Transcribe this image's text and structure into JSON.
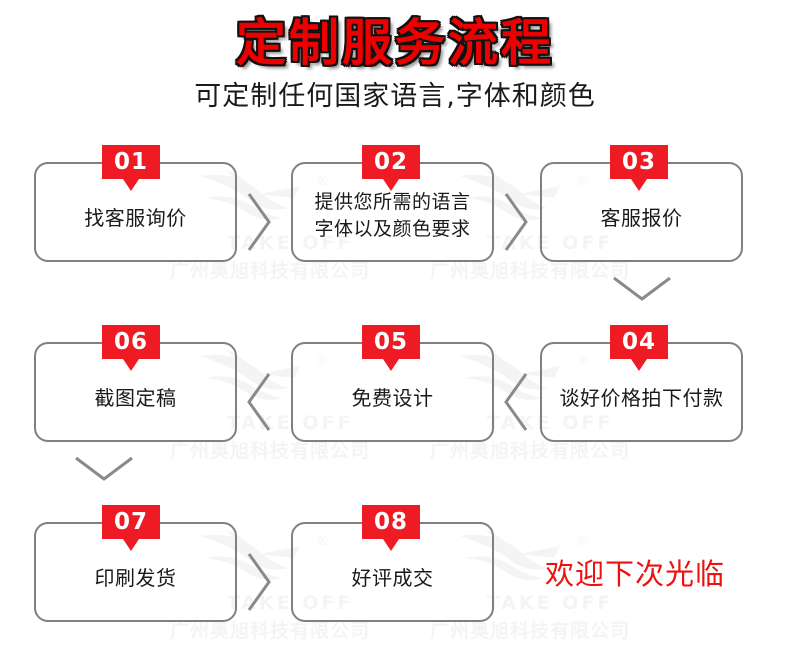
{
  "header": {
    "title": "定制服务流程",
    "subtitle": "可定制任何国家语言,字体和颜色",
    "title_color": "#ee0000",
    "subtitle_color": "#1a1a1a"
  },
  "theme": {
    "badge_color": "#ee1b24",
    "box_border_color": "#808080",
    "arrow_color": "#8a8a8a",
    "watermark_color": "#dcdcdc",
    "note_color": "#ee1111"
  },
  "steps": [
    {
      "number": "01",
      "label": "找客服询价",
      "lines": [
        "找客服询价"
      ]
    },
    {
      "number": "02",
      "label": "提供您所需的语言字体以及颜色要求",
      "lines": [
        "提供您所需的语言",
        "字体以及颜色要求"
      ]
    },
    {
      "number": "03",
      "label": "客服报价",
      "lines": [
        "客服报价"
      ]
    },
    {
      "number": "04",
      "label": "谈好价格拍下付款",
      "lines": [
        "谈好价格拍下付款"
      ]
    },
    {
      "number": "05",
      "label": "免费设计",
      "lines": [
        "免费设计"
      ]
    },
    {
      "number": "06",
      "label": "截图定稿",
      "lines": [
        "截图定稿"
      ]
    },
    {
      "number": "07",
      "label": "印刷发货",
      "lines": [
        "印刷发货"
      ]
    },
    {
      "number": "08",
      "label": "好评成交",
      "lines": [
        "好评成交"
      ]
    }
  ],
  "connectors": [
    {
      "name": "arrow-01-to-02",
      "direction": "right"
    },
    {
      "name": "arrow-02-to-03",
      "direction": "right"
    },
    {
      "name": "arrow-03-to-04",
      "direction": "down"
    },
    {
      "name": "arrow-04-to-05",
      "direction": "left"
    },
    {
      "name": "arrow-05-to-06",
      "direction": "left"
    },
    {
      "name": "arrow-06-to-07",
      "direction": "down"
    },
    {
      "name": "arrow-07-to-08",
      "direction": "right"
    }
  ],
  "watermarks": [
    {
      "brand": "TAKE OFF",
      "company": "广州奥旭科技有限公司",
      "registered": "®"
    },
    {
      "brand": "TAKE OFF",
      "company": "广州奥旭科技有限公司",
      "registered": "®"
    },
    {
      "brand": "TAKE OFF",
      "company": "广州奥旭科技有限公司",
      "registered": "®"
    },
    {
      "brand": "TAKE OFF",
      "company": "广州奥旭科技有限公司",
      "registered": "®"
    },
    {
      "brand": "TAKE OFF",
      "company": "广州奥旭科技有限公司",
      "registered": "®"
    },
    {
      "brand": "TAKE OFF",
      "company": "广州奥旭科技有限公司",
      "registered": "®"
    }
  ],
  "footer": {
    "welcome_note": "欢迎下次光临"
  }
}
